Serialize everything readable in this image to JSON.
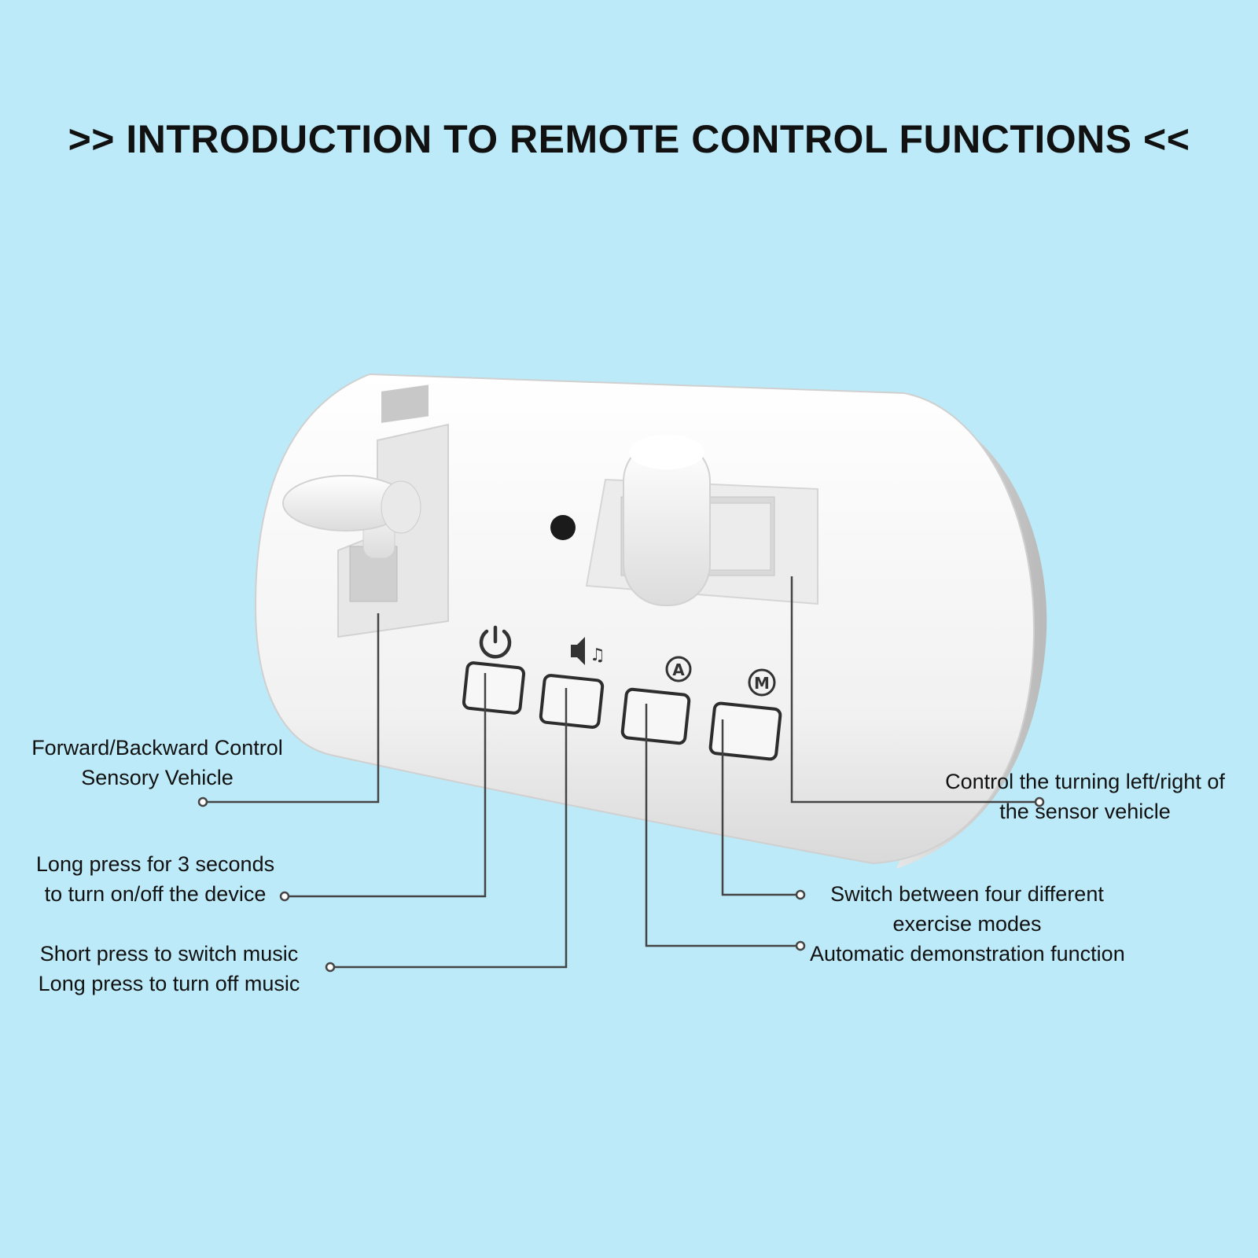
{
  "title": ">> INTRODUCTION TO REMOTE CONTROL FUNCTIONS <<",
  "callouts": {
    "forward_backward": {
      "line1": "Forward/Backward Control",
      "line2": "Sensory Vehicle"
    },
    "power": {
      "line1": "Long press for 3 seconds",
      "line2": "to turn on/off the device"
    },
    "music": {
      "line1": "Short press to switch music",
      "line2": "Long press to turn off music"
    },
    "turning": {
      "line1": "Control the turning left/right of",
      "line2": "the sensor vehicle"
    },
    "modes": {
      "line1": "Switch between four different",
      "line2": "exercise modes"
    },
    "auto": {
      "line1": "Automatic demonstration function"
    }
  },
  "buttons": {
    "power_icon": "power-icon",
    "music_icon": "speaker-music-icon",
    "auto_icon": "A",
    "mode_icon": "M"
  },
  "colors": {
    "background": "#bdeaf8",
    "device": "#f4f4f4",
    "line": "#444444"
  }
}
